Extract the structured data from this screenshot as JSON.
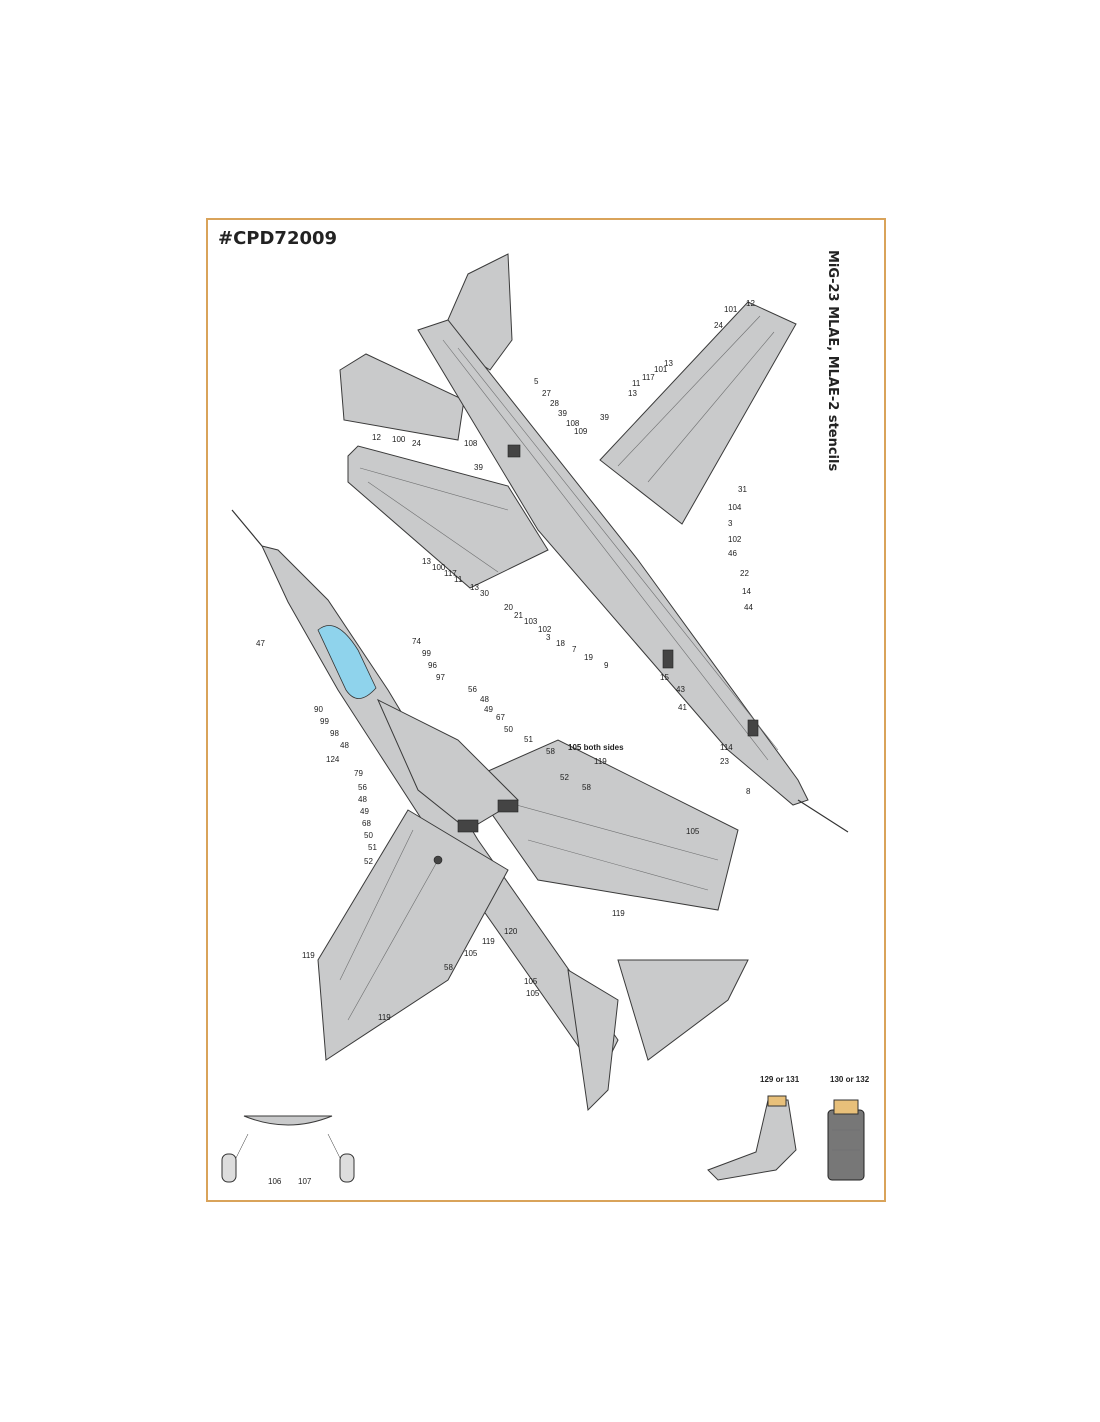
{
  "sheet": {
    "code": "#CPD72009",
    "title": "MiG-23 MLAE, MLAE-2 stencils"
  },
  "colors": {
    "border": "#d9a35a",
    "aircraft_grey": "#c9cacb",
    "canopy_blue": "#8fd3ec",
    "outline": "#3a3a3a"
  },
  "upper_aircraft_labels": [
    "12",
    "101",
    "24",
    "13",
    "101",
    "117",
    "11",
    "13",
    "31",
    "104",
    "3",
    "102",
    "46",
    "22",
    "14",
    "44",
    "15",
    "43",
    "41",
    "114",
    "23",
    "8",
    "5",
    "27",
    "28",
    "39",
    "108",
    "109",
    "39",
    "108",
    "39",
    "12",
    "100",
    "24",
    "13",
    "100",
    "117",
    "11",
    "13",
    "30",
    "20",
    "21",
    "103",
    "102",
    "3",
    "18",
    "7",
    "19",
    "9"
  ],
  "lower_aircraft_labels": [
    "47",
    "74",
    "99",
    "96",
    "97",
    "90",
    "99",
    "98",
    "48",
    "124",
    "79",
    "56",
    "48",
    "49",
    "68",
    "50",
    "51",
    "52",
    "56",
    "48",
    "49",
    "67",
    "50",
    "51",
    "58",
    "105 both sides",
    "52",
    "119",
    "58",
    "105",
    "119",
    "120",
    "119",
    "105",
    "58",
    "105",
    "105",
    "119",
    "119"
  ],
  "detail_labels": [
    "106",
    "107",
    "129 or 131",
    "130 or 132"
  ]
}
